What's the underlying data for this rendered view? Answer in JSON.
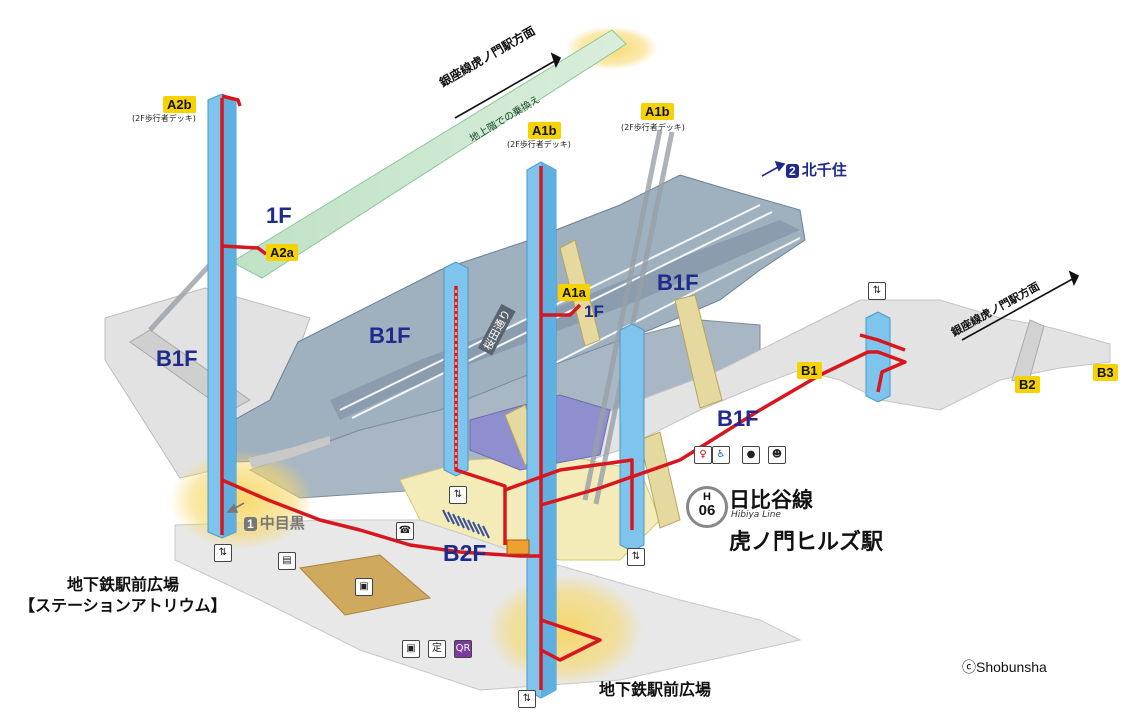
{
  "exits": {
    "a2b": {
      "label": "A2b",
      "note": "(2F歩行者デッキ)"
    },
    "a2a": {
      "label": "A2a"
    },
    "a1b_center": {
      "label": "A1b",
      "note": "(2F歩行者デッキ)"
    },
    "a1b_right": {
      "label": "A1b",
      "note": "(2F歩行者デッキ)"
    },
    "a1a": {
      "label": "A1a"
    },
    "b1": {
      "label": "B1"
    },
    "b2": {
      "label": "B2"
    },
    "b3": {
      "label": "B3"
    }
  },
  "floors": {
    "left_1f": "1F",
    "left_b1f": "B1F",
    "center_b1f": "B1F",
    "upper_b1f": "B1F",
    "a1a_1f": "1F",
    "right_b1f": "B1F",
    "b2f": "B2F"
  },
  "directions": {
    "ginza_top": "銀座線虎ノ門駅方面",
    "ground_transfer": "地上階での乗換え",
    "kitasenju_num": "2",
    "kitasenju": "北千住",
    "nakameguro_num": "1",
    "nakameguro": "中目黒",
    "ginza_right": "銀座線虎ノ門駅方面"
  },
  "street": {
    "sakurada": "桜田通り"
  },
  "station": {
    "line_letter": "H",
    "line_number": "06",
    "line_name_ja": "日比谷線",
    "line_name_en": "Hibiya Line",
    "station_name": "虎ノ門ヒルズ駅"
  },
  "plazas": {
    "station_atrium_line1": "地下鉄駅前広場",
    "station_atrium_line2": "【ステーションアトリウム】",
    "plaza": "地下鉄駅前広場"
  },
  "icons": [
    "elevator-icon",
    "toilet-icon",
    "accessible-icon",
    "nursing-room-icon",
    "baby-icon",
    "phone-icon",
    "locker-icon",
    "ticket-machine-icon",
    "fare-adjust-icon",
    "qr-ticket-icon"
  ],
  "colors": {
    "route": "#d7161e",
    "elevator_shaft": "#7fc4ec",
    "highlight": "#f5d200",
    "floor_text": "#1e2a8c",
    "platform": "#9aa9b5"
  },
  "credit": "ⓒShobunsha"
}
